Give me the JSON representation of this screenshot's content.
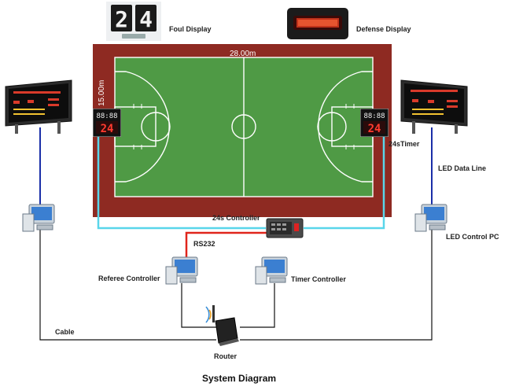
{
  "labels": {
    "foul_display": "Foul Display",
    "defense_display": "Defense Display",
    "court_width": "28.00m",
    "court_height": "15.00m",
    "timer_24s": "24sTimer",
    "led_data_line": "LED Data Line",
    "led_control_pc": "LED Control PC",
    "controller_24s": "24s Controller",
    "rs232": "RS232",
    "referee_controller": "Referee Controller",
    "timer_controller": "Timer Controller",
    "cable": "Cable",
    "router": "Router",
    "caption": "System Diagram"
  },
  "displays": {
    "foul_digits": [
      "2",
      "4"
    ],
    "shot_clock_top": "88:88",
    "shot_clock_value": "24"
  },
  "colors": {
    "court_border": "#8e2a22",
    "court_green": "#4f9a45",
    "cyan_line": "#59d6ea",
    "rs232_line": "#e0251b",
    "blue_line": "#1a2fa8",
    "black_line": "#111111"
  }
}
